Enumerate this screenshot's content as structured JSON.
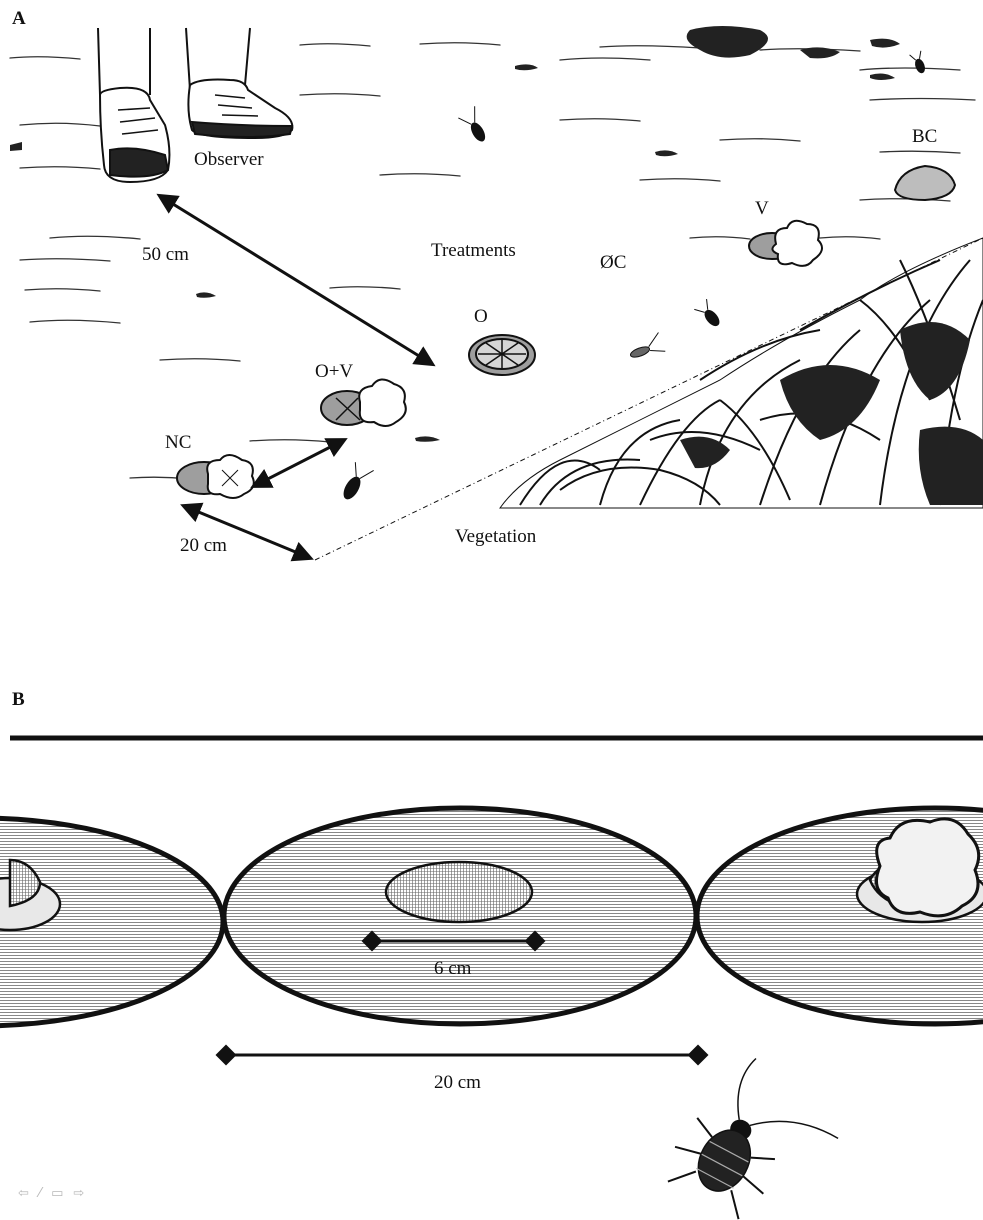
{
  "panel_a": {
    "label": "A",
    "observer": "Observer",
    "dist_50": "50 cm",
    "treatments": "Treatments",
    "bc": "BC",
    "v": "V",
    "oc": "ØC",
    "o": "O",
    "ov": "O+V",
    "nc": "NC",
    "dist_20": "20 cm",
    "vegetation": "Vegetation"
  },
  "panel_b": {
    "label": "B",
    "dist_6": "6 cm",
    "dist_20": "20 cm"
  },
  "nav": {
    "prev": "⇦",
    "draw": "⁄",
    "menu": "▭",
    "next": "⇨"
  },
  "colors": {
    "ink": "#111111",
    "dish": "#d9d9d9",
    "plate_fill": "#e6e6e6"
  }
}
